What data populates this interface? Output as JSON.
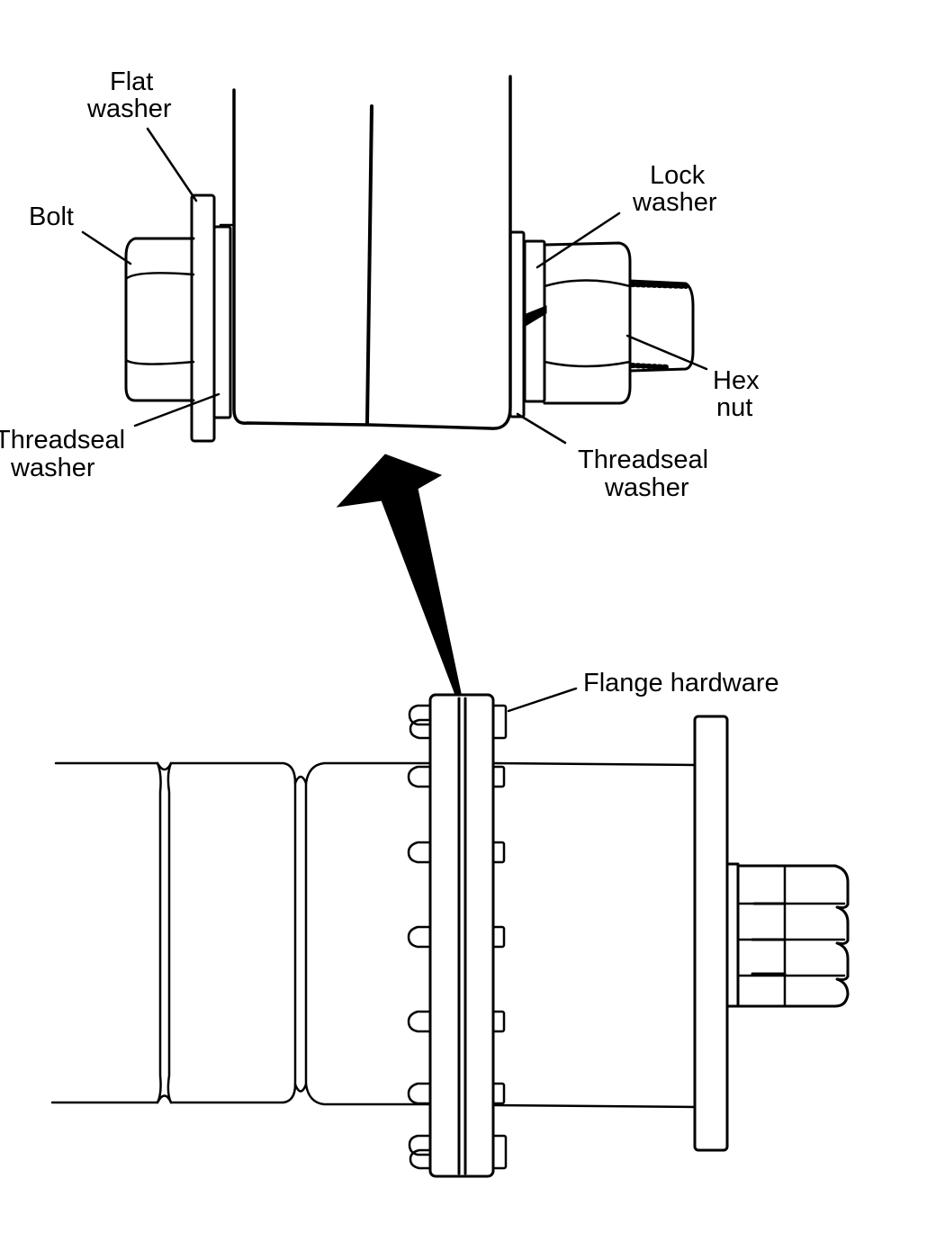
{
  "labels": {
    "flat_washer": [
      "Flat",
      "washer"
    ],
    "bolt": "Bolt",
    "threadseal_left": [
      "Threadseal",
      "washer"
    ],
    "lock_washer": [
      "Lock",
      "washer"
    ],
    "hex_nut": [
      "Hex",
      "nut"
    ],
    "threadseal_right": [
      "Threadseal",
      "washer"
    ],
    "flange_hardware": "Flange hardware"
  },
  "colors": {
    "ink": "#000000",
    "paper": "#ffffff"
  }
}
